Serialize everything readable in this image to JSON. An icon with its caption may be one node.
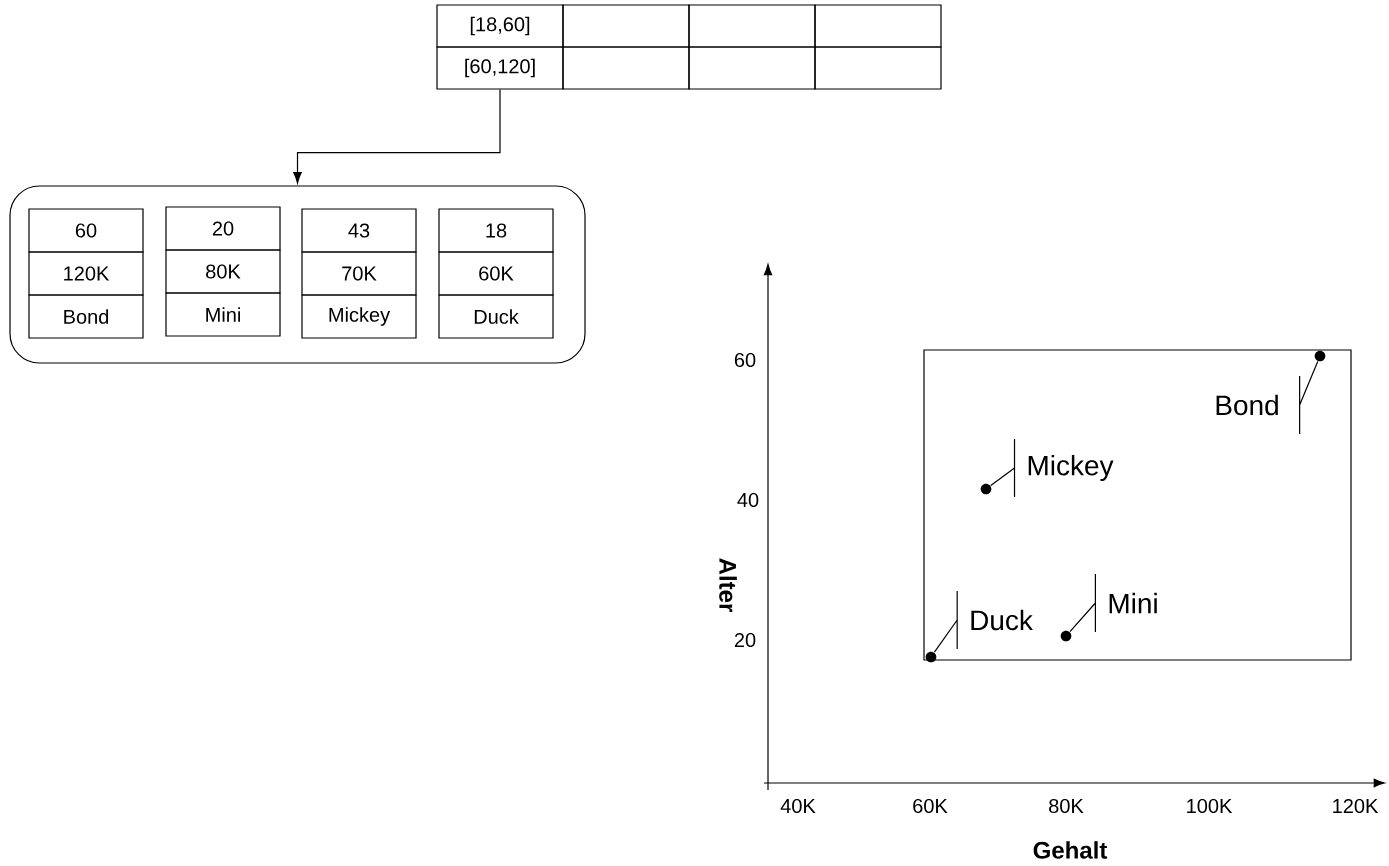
{
  "diagram": {
    "nodes": [
      {
        "text": [
          "[18,60]"
        ]
      },
      {
        "text": [],
        "shape": "box"
      },
      {
        "text": [],
        "shape": "box"
      },
      {
        "text": [],
        "shape": "box"
      },
      {
        "text": [
          "[60,120]"
        ]
      },
      {
        "text": [],
        "shape": "box"
      },
      {
        "text": [],
        "shape": "box"
      },
      {
        "text": [],
        "shape": "box"
      },
      {
        "text": [],
        "shape": "box"
      },
      {
        "text": [
          "60"
        ],
        "in": 8
      },
      {
        "text": [
          "120K"
        ],
        "in": 8
      },
      {
        "text": [
          "Bond"
        ],
        "in": 8
      },
      {
        "text": [
          "20"
        ],
        "in": 8
      },
      {
        "text": [
          "80K"
        ],
        "in": 8
      },
      {
        "text": [
          "Mini"
        ],
        "in": 8
      },
      {
        "text": [
          "43"
        ],
        "in": 8
      },
      {
        "text": [
          "70K"
        ],
        "in": 8
      },
      {
        "text": [
          "Mickey"
        ],
        "in": 8
      },
      {
        "text": [
          "18"
        ],
        "in": 8
      },
      {
        "text": [
          "60K"
        ],
        "in": 8
      },
      {
        "text": [
          "Duck"
        ],
        "in": 8
      },
      {
        "text": [
          "Bond"
        ]
      },
      {
        "text": [
          "Mickey"
        ]
      },
      {
        "text": [
          "Mini"
        ]
      },
      {
        "text": [
          "Duck"
        ]
      },
      {
        "text": [],
        "shape": "circle"
      },
      {
        "text": [],
        "shape": "circle"
      },
      {
        "text": [],
        "shape": "circle"
      },
      {
        "text": [],
        "shape": "circle"
      }
    ],
    "edges": [
      {
        "from": 4,
        "to": 8,
        "arrow": "to"
      },
      {
        "from": 21,
        "to": 28,
        "arrow": "none"
      },
      {
        "from": 22,
        "to": 26,
        "arrow": "none"
      },
      {
        "from": 23,
        "to": 27,
        "arrow": "none"
      },
      {
        "from": 24,
        "to": 25,
        "arrow": "none"
      }
    ],
    "labels": [
      "60",
      "40",
      "20",
      "Alter",
      "40K",
      "60K",
      "80K",
      "100K",
      "120K",
      "Gehalt"
    ]
  }
}
